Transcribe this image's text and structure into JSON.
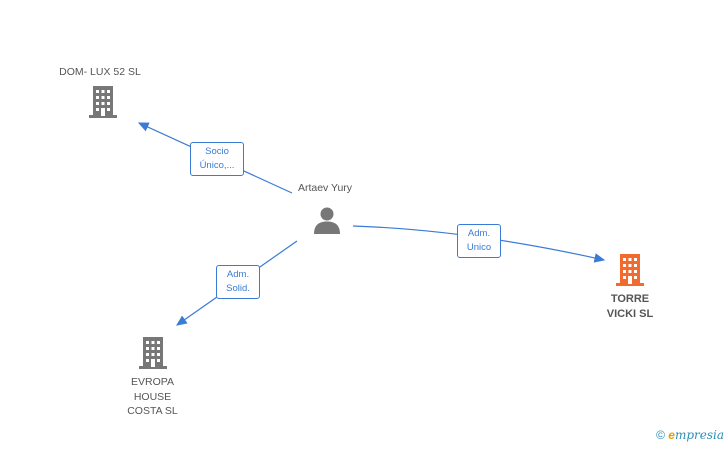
{
  "nodes": {
    "dom_lux": {
      "label": "DOM- LUX 52  SL"
    },
    "artaev": {
      "label": "Artaev Yury"
    },
    "torre": {
      "label": "TORRE\nVICKI SL"
    },
    "evropa": {
      "label": "EVROPA\nHOUSE\nCOSTA  SL"
    }
  },
  "edges": {
    "socio": {
      "label": "Socio\nÚnico,..."
    },
    "adm_unico": {
      "label": "Adm.\nUnico"
    },
    "adm_solid": {
      "label": "Adm.\nSolid."
    }
  },
  "colors": {
    "edge": "#3a7bd5",
    "building": "#777777",
    "building_highlight": "#f26a2e",
    "person": "#777777"
  },
  "watermark": {
    "symbol": "©",
    "brand_initial": "e",
    "brand_rest": "mpresia"
  }
}
